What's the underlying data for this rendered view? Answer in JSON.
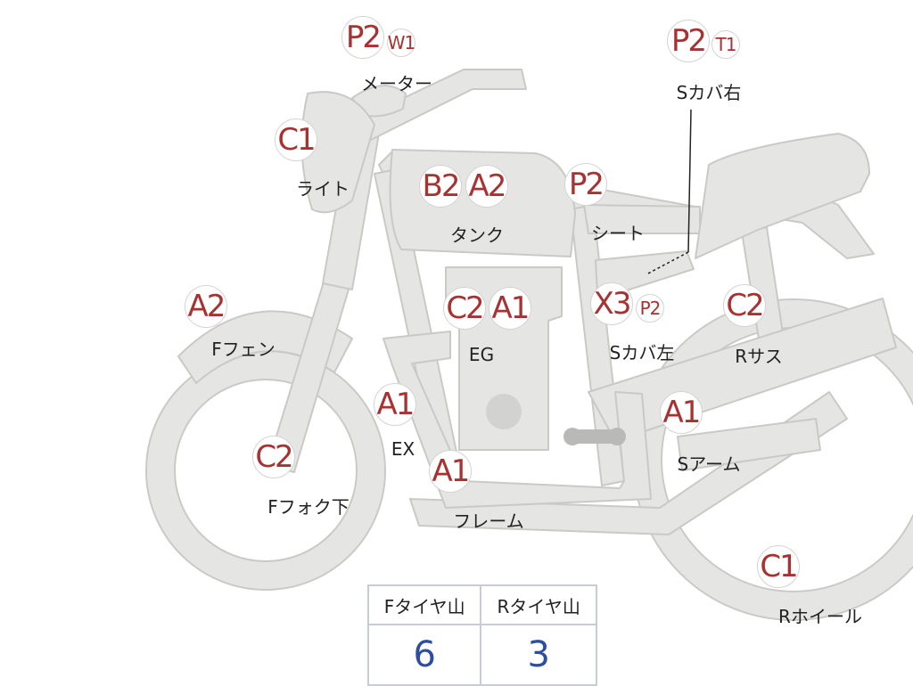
{
  "colors": {
    "body": "#e5e5e3",
    "outline": "#c9c9c6",
    "grade": "#a83232",
    "value": "#2d4ea0",
    "engine_circle": "#d2d2d0",
    "muffler": "#b9b9b7",
    "table_border": "#c8ccd8"
  },
  "parts": {
    "meter": {
      "grades": [
        "P2",
        "W1"
      ],
      "label": "メーター"
    },
    "scover_right": {
      "grades": [
        "P2",
        "T1"
      ],
      "label": "Sカバ右"
    },
    "light": {
      "grades": [
        "C1"
      ],
      "label": "ライト"
    },
    "tank": {
      "grades": [
        "B2",
        "A2"
      ],
      "label": "タンク"
    },
    "seat": {
      "grades": [
        "P2"
      ],
      "label": "シート"
    },
    "ffender": {
      "grades": [
        "A2"
      ],
      "label": "Fフェン"
    },
    "engine": {
      "grades": [
        "C2",
        "A1"
      ],
      "label": "EG"
    },
    "scover_left": {
      "grades": [
        "X3",
        "P2"
      ],
      "label": "Sカバ左"
    },
    "rsus": {
      "grades": [
        "C2"
      ],
      "label": "Rサス"
    },
    "exhaust": {
      "grades": [
        "A1"
      ],
      "label": "EX"
    },
    "swingarm": {
      "grades": [
        "A1"
      ],
      "label": "Sアーム"
    },
    "ffork": {
      "grades": [
        "C2"
      ],
      "label": "Fフォク下"
    },
    "frame": {
      "grades": [
        "A1"
      ],
      "label": "フレーム"
    },
    "rwheel": {
      "grades": [
        "C1"
      ],
      "label": "Rホイール"
    }
  },
  "tire_table": {
    "headers": [
      "Fタイヤ山",
      "Rタイヤ山"
    ],
    "values": [
      "6",
      "3"
    ]
  }
}
